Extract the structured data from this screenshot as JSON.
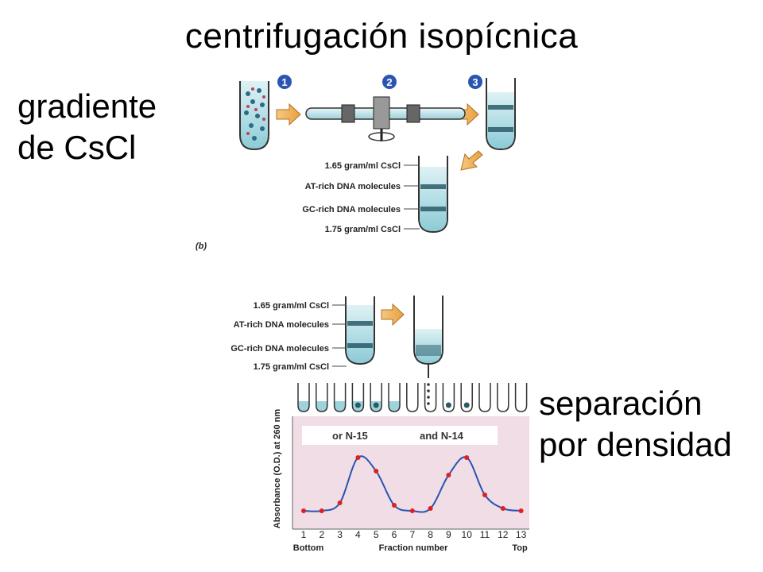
{
  "title": "centrifugación isopícnica",
  "left_caption": [
    "gradiente",
    "de CsCl"
  ],
  "right_caption": [
    "separación",
    "por densidad"
  ],
  "figure_label": "(b)",
  "steps": [
    "1",
    "2",
    "3"
  ],
  "tube_labels": [
    "1.65 gram/ml CsCl",
    "AT-rich DNA molecules",
    "GC-rich DNA molecules",
    "1.75 gram/ml CsCl"
  ],
  "plot": {
    "banner_left": "or N-15",
    "banner_right": "and N-14",
    "ylabel": "Absorbance (O.D.) at 260 nm",
    "xlabel": "Fraction number",
    "x_left": "Bottom",
    "x_right": "Top"
  },
  "chart_data": {
    "type": "line",
    "x": [
      1,
      2,
      3,
      4,
      5,
      6,
      7,
      8,
      9,
      10,
      11,
      12,
      13
    ],
    "values": [
      0.05,
      0.05,
      0.15,
      0.72,
      0.55,
      0.12,
      0.05,
      0.08,
      0.5,
      0.72,
      0.25,
      0.08,
      0.05
    ],
    "ylim": [
      0,
      1
    ],
    "colors": {
      "line": "#2a55b0",
      "point": "#e02020",
      "bg": "#f0dde6",
      "liquid": "#9fd3dc"
    }
  }
}
